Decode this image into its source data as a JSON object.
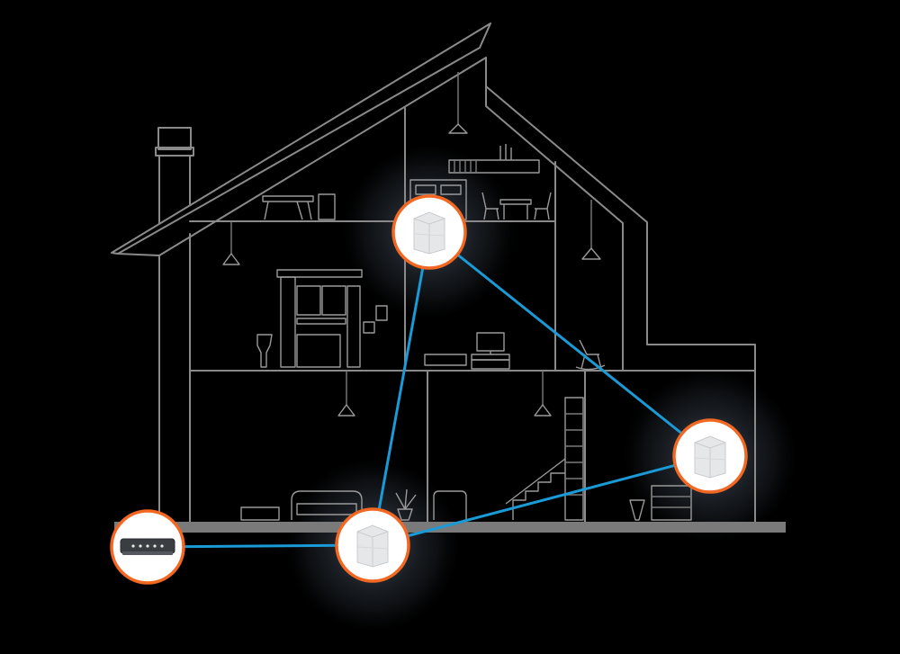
{
  "colors": {
    "background": "#000000",
    "house_outline": "#8a8a8a",
    "ground": "#7a7a7a",
    "link": "#1a9ad6",
    "node_ring": "#f26722",
    "node_fill": "#ffffff",
    "node_device": "#e6e7e9",
    "halo": "#6f7f92"
  },
  "nodes": [
    {
      "id": "mesh-upper",
      "icon": "mesh-node-icon",
      "kind": "mesh"
    },
    {
      "id": "mesh-right",
      "icon": "mesh-node-icon",
      "kind": "mesh"
    },
    {
      "id": "mesh-ground",
      "icon": "mesh-node-icon",
      "kind": "mesh"
    },
    {
      "id": "modem",
      "icon": "modem-icon",
      "kind": "modem"
    }
  ],
  "links": [
    {
      "from": "modem",
      "to": "mesh-ground"
    },
    {
      "from": "mesh-ground",
      "to": "mesh-upper"
    },
    {
      "from": "mesh-ground",
      "to": "mesh-right"
    },
    {
      "from": "mesh-upper",
      "to": "mesh-right"
    }
  ]
}
